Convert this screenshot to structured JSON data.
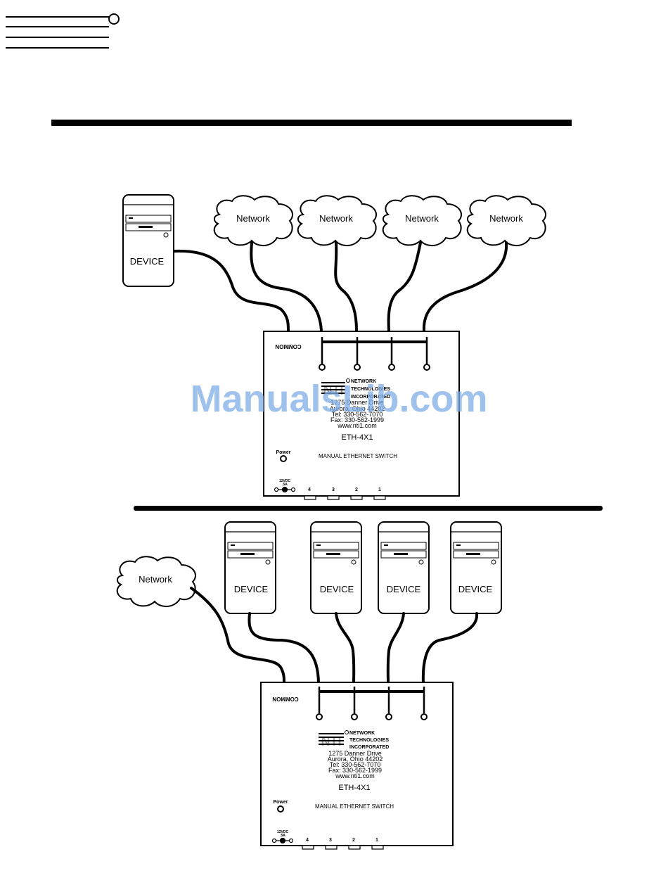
{
  "watermark": {
    "text": "ManualsLib.com",
    "color": "#7faee8"
  },
  "labels": {
    "network": "Network",
    "device": "DEVICE",
    "common": "COMMON",
    "power": "Power",
    "dc_line1": "12VDC",
    "dc_line2": ".5A",
    "model": "ETH-4X1",
    "product": "MANUAL ETHERNET SWITCH",
    "port_numbers": [
      "4",
      "3",
      "2",
      "1"
    ]
  },
  "company": {
    "logo_text": "NTI",
    "name_line1": "NETWORK",
    "name_line2": "TECHNOLOGIES",
    "name_line3": "INCORPORATED",
    "address_top": [
      "1275 Danner Drive",
      "Aurora, Ohio 44202",
      "Tel: 330-562-7070",
      "Fax: 330-562-1999",
      "www.nti1.com"
    ],
    "address_bottom": [
      "1275 Danner Drive",
      "Aurora, Ohio 44202",
      "Tel: 330-562-7070",
      "Fax: 330-562-1999",
      "www.nti1.com"
    ]
  },
  "colors": {
    "ink": "#000000",
    "paper": "#ffffff"
  }
}
